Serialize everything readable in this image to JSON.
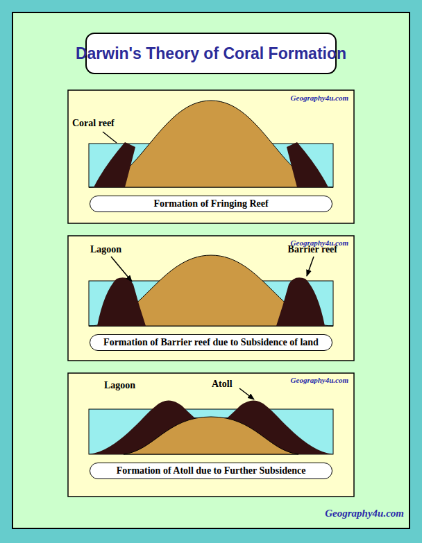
{
  "diagram": {
    "title": "Darwin's Theory of Coral Formation",
    "nodes": [
      {
        "text": [
          "Formation of Fringing Reef"
        ]
      },
      {
        "text": [
          "Formation of Barrier reef due to Subsidence of land"
        ]
      },
      {
        "text": [
          "Formation of Atoll due to Further Subsidence"
        ]
      }
    ],
    "labels": [
      "Geography4u.com",
      "Coral reef",
      "Geography4u.com",
      "Lagoon",
      "Barrier reef",
      "Geography4u.com",
      "Lagoon",
      "Atoll",
      "Geography4u.com"
    ]
  }
}
